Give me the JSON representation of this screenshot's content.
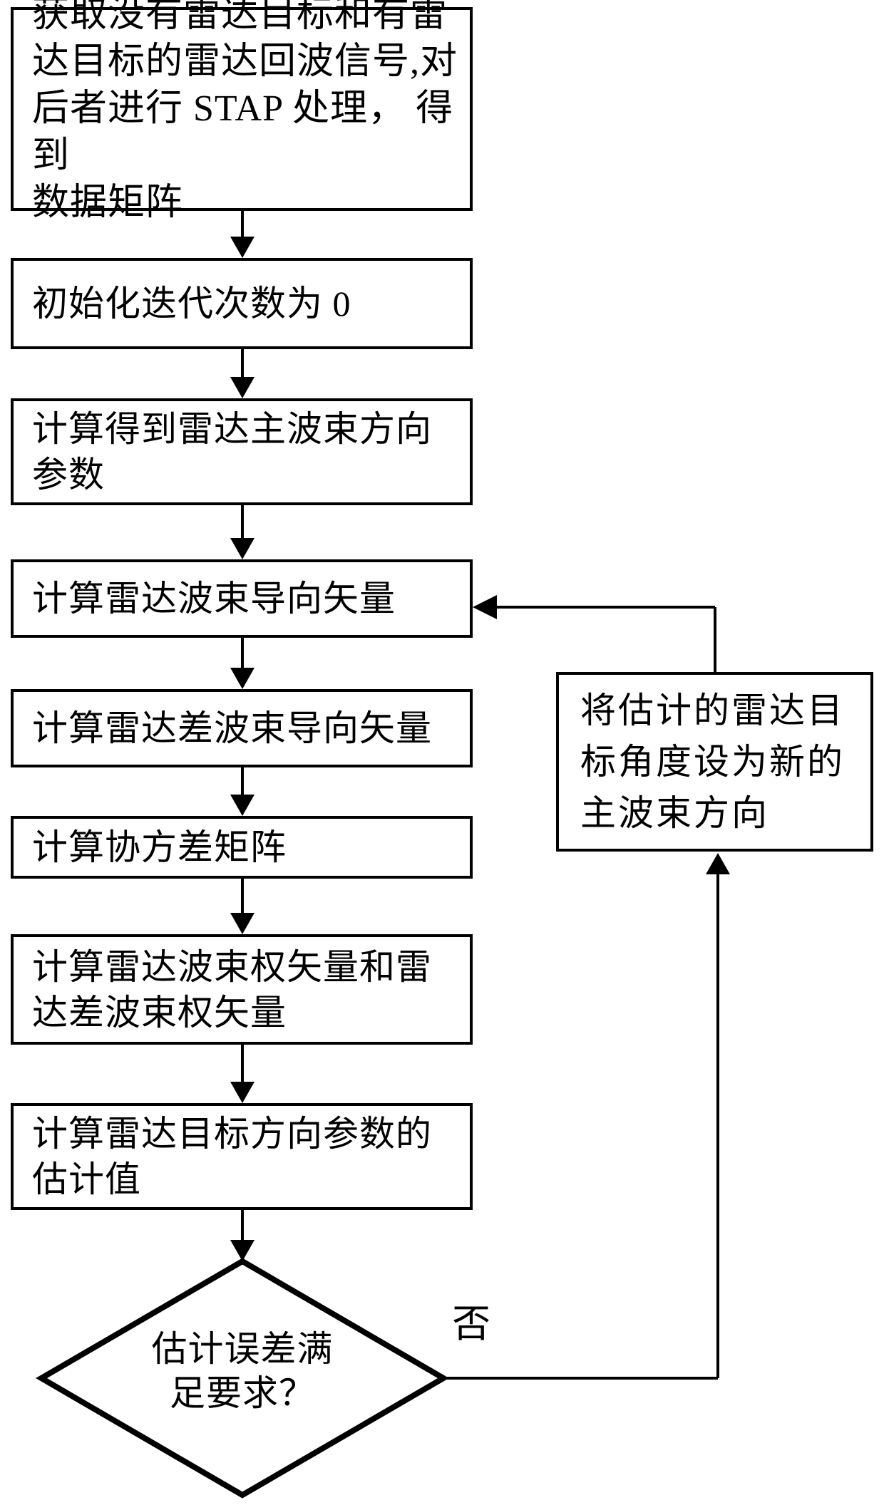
{
  "page": {
    "background": "#ffffff",
    "ink": "#000000"
  },
  "flowchart": {
    "boxes": [
      {
        "id": "acquire-echo",
        "text": "获取没有雷达目标和有雷\n达目标的雷达回波信号,对\n后者进行 STAP 处理， 得到\n数据矩阵"
      },
      {
        "id": "init-iteration",
        "text": "初始化迭代次数为 0"
      },
      {
        "id": "mainbeam-param",
        "text": "计算得到雷达主波束方向\n参数"
      },
      {
        "id": "beam-steering",
        "text": "计算雷达波束导向矢量"
      },
      {
        "id": "diff-steering",
        "text": "计算雷达差波束导向矢量"
      },
      {
        "id": "covariance",
        "text": "计算协方差矩阵"
      },
      {
        "id": "weight-vectors",
        "text": "计算雷达波束权矢量和雷\n达差波束权矢量"
      },
      {
        "id": "estimate-value",
        "text": "计算雷达目标方向参数的\n估计值"
      }
    ],
    "decision": {
      "text": "估计误差满\n足要求？"
    },
    "feedback_box": {
      "text": "将估计的雷达目\n标角度设为新的\n主波束方向"
    },
    "no_label": "否"
  }
}
